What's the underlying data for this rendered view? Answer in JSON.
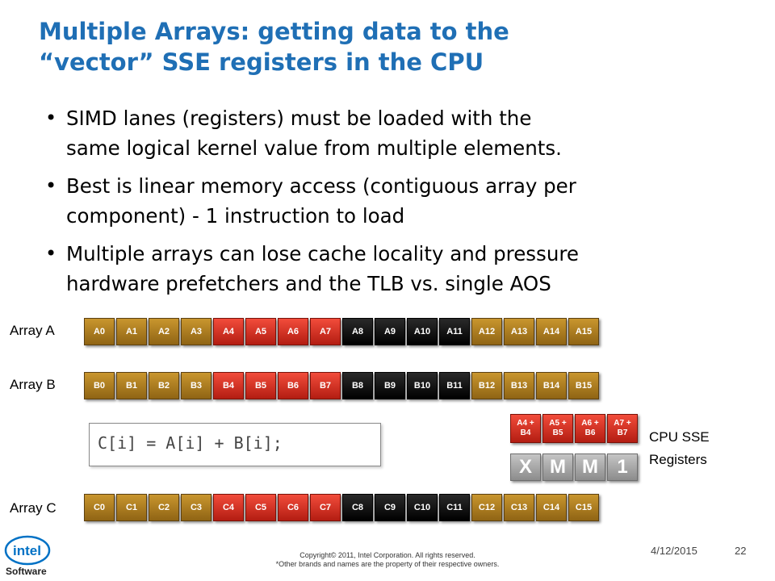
{
  "slide": {
    "title_line1": "Multiple Arrays:  getting data to the",
    "title_line2": "“vector” SSE registers in the CPU",
    "bullets": [
      {
        "line1": "SIMD lanes (registers) must be loaded with the",
        "line2": "same logical kernel value from multiple elements."
      },
      {
        "line1": "Best is linear memory access (contiguous array per",
        "line2": "component) - 1 instruction to load"
      },
      {
        "line1": "Multiple arrays can lose cache locality and pressure",
        "line2": "hardware prefetchers and the TLB vs. single AOS"
      }
    ],
    "bullet_glyph": "•"
  },
  "arrays": {
    "a": {
      "label": "Array A",
      "cells": [
        "A0",
        "A1",
        "A2",
        "A3",
        "A4",
        "A5",
        "A6",
        "A7",
        "A8",
        "A9",
        "A10",
        "A11",
        "A12",
        "A13",
        "A14",
        "A15"
      ]
    },
    "b": {
      "label": "Array B",
      "cells": [
        "B0",
        "B1",
        "B2",
        "B3",
        "B4",
        "B5",
        "B6",
        "B7",
        "B8",
        "B9",
        "B10",
        "B11",
        "B12",
        "B13",
        "B14",
        "B15"
      ]
    },
    "c": {
      "label": "Array C",
      "cells": [
        "C0",
        "C1",
        "C2",
        "C3",
        "C4",
        "C5",
        "C6",
        "C7",
        "C8",
        "C9",
        "C10",
        "C11",
        "C12",
        "C13",
        "C14",
        "C15"
      ]
    }
  },
  "code": {
    "text": "C[i] = A[i] + B[i];"
  },
  "sse": {
    "sums": [
      {
        "line1": "A4 +",
        "line2": "B4"
      },
      {
        "line1": "A5 +",
        "line2": "B5"
      },
      {
        "line1": "A6 +",
        "line2": "B6"
      },
      {
        "line1": "A7 +",
        "line2": "B7"
      }
    ],
    "register_letters": [
      "X",
      "M",
      "M",
      "1"
    ],
    "label_line1": "CPU SSE",
    "label_line2": "Registers"
  },
  "footer": {
    "copyright_line1": "Copyright© 2011, Intel Corporation. All rights reserved.",
    "copyright_line2": "*Other brands and names are the property of their respective owners.",
    "date": "4/12/2015",
    "page": "22",
    "logo_text": "intel",
    "logo_sub": "Software"
  },
  "colors": {
    "title": "#1f6fb5",
    "cell_gold": "#b07f22",
    "cell_red": "#d8352a",
    "cell_black": "#111111",
    "xmm_gray": "#a8a8a8",
    "intel_blue": "#0071c5"
  }
}
